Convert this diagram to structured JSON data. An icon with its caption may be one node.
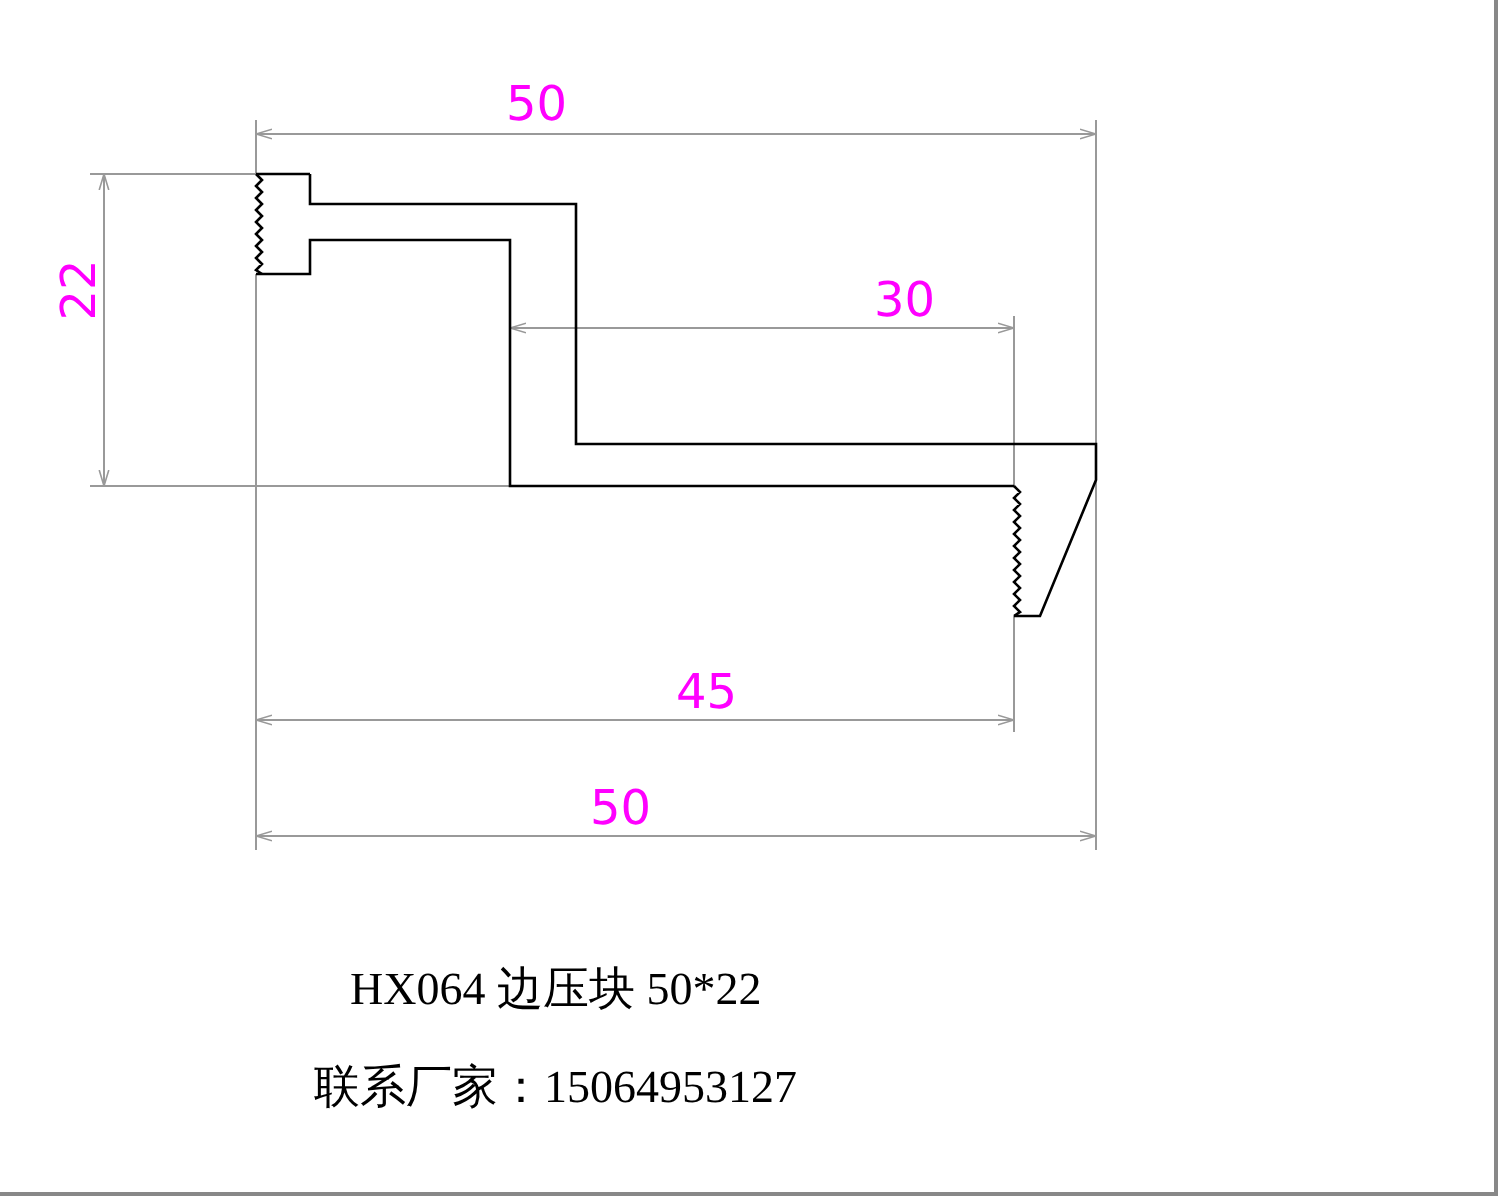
{
  "diagram": {
    "labels": [
      "50",
      "22",
      "30",
      "45",
      "50",
      "HX064 边压块 50*22",
      "联系厂家：15064953127"
    ]
  }
}
